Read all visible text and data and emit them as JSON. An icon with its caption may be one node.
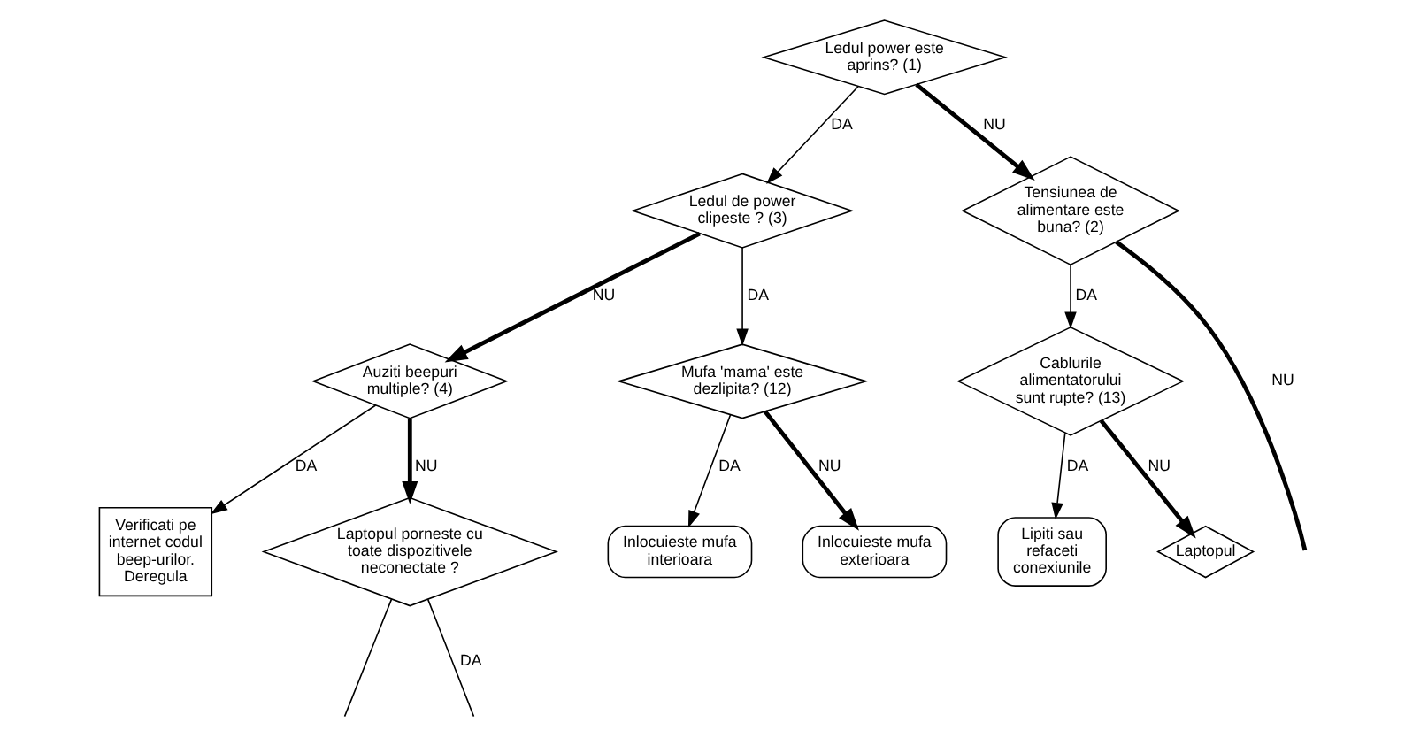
{
  "diagram": {
    "nodes": [
      {
        "text": [
          "Ledul power este aprins? (1)"
        ]
      },
      {
        "text": [
          "Ledul de power clipeste ? (3)"
        ]
      },
      {
        "text": [
          "Tensiunea de alimentare este buna? (2)"
        ]
      },
      {
        "text": [
          "Auziti beepuri multiple? (4)"
        ]
      },
      {
        "text": [
          "Mufa 'mama' este dezlipita? (12)"
        ]
      },
      {
        "text": [
          "Inlocuieste mufa interioara"
        ]
      },
      {
        "text": [
          "Inlocuieste mufa exterioara"
        ]
      },
      {
        "text": [
          "Cablurile alimentatorului sunt rupte? (13)"
        ]
      },
      {
        "text": [
          "Verificati pe internet codul beep-urilor. Deregula"
        ]
      },
      {
        "text": [
          "Laptopul porneste cu toate dispozitivele neconectate ?"
        ]
      },
      {
        "text": [
          "Lipiti sau refaceti conexiunile"
        ]
      },
      {
        "text": [
          "Laptopul"
        ]
      }
    ],
    "edges": [
      {
        "from": 0,
        "to": 1,
        "arrow": "to",
        "label": "DA"
      },
      {
        "from": 0,
        "to": 2,
        "arrow": "to",
        "label": "NU",
        "style": "thick"
      },
      {
        "from": 1,
        "to": 3,
        "arrow": "to",
        "label": "NU",
        "style": "thick"
      },
      {
        "from": 1,
        "to": 4,
        "arrow": "to",
        "label": "DA"
      },
      {
        "from": 2,
        "to": null,
        "arrow": "none",
        "label": "NU",
        "style": "thick"
      },
      {
        "from": 2,
        "to": 7,
        "arrow": "to",
        "label": "DA"
      },
      {
        "from": 3,
        "to": 8,
        "arrow": "to",
        "label": "DA"
      },
      {
        "from": 3,
        "to": 9,
        "arrow": "to",
        "label": "NU",
        "style": "thick"
      },
      {
        "from": 4,
        "to": 6,
        "arrow": "to",
        "label": "NU",
        "style": "thick"
      },
      {
        "from": 4,
        "to": 5,
        "arrow": "to",
        "label": "DA"
      },
      {
        "from": 7,
        "to": 11,
        "arrow": "to",
        "label": "NU",
        "style": "thick"
      },
      {
        "from": 7,
        "to": 10,
        "arrow": "to",
        "label": "DA"
      },
      {
        "from": 9,
        "to": null,
        "arrow": "none"
      },
      {
        "from": 9,
        "to": null,
        "arrow": "none",
        "label": "DA"
      }
    ]
  }
}
